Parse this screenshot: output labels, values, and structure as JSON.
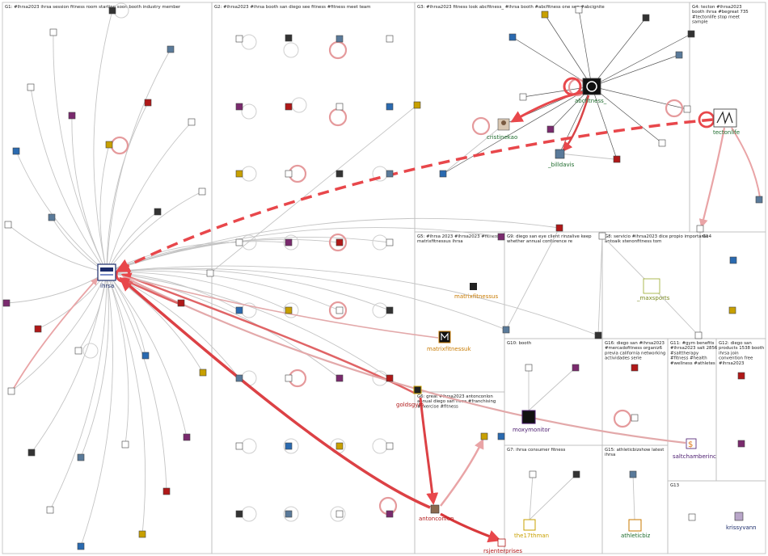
{
  "groups": [
    {
      "id": "G1",
      "label": "G1: #lhrsa2023 ihrsa session fitness room starting soon booth industry member"
    },
    {
      "id": "G2",
      "label": "G2: #ihrsa2023 #ihrsa booth san diego see fitness #fitness meet team"
    },
    {
      "id": "G3",
      "label": "G3: #ihrsa2023 fitness look abcfitness_ #ihrsa booth #abcfitness one see #abcignite"
    },
    {
      "id": "G4",
      "label": "G4: tecton #ihrsa2023 booth ihrsa #begreat 735 #tectonlife stop meet sample"
    },
    {
      "id": "G5",
      "label": "G5: #ihrsa 2023 #ihrsa2023 #fitness matrixfitnessus ihrsa"
    },
    {
      "id": "G6",
      "label": "G6: great #ihrsa2023 antonconlon annual diego san ihrsa #franchising #exercise #fitness"
    },
    {
      "id": "G7",
      "label": "G7: ihrsa consumer fitness"
    },
    {
      "id": "G8",
      "label": "G8: servicio #ihrsa2023 dice propio importante antoaik stenonfitness tom"
    },
    {
      "id": "G9",
      "label": "G9: diego san eye client rinzalive keep whether annual conference re"
    },
    {
      "id": "G10",
      "label": "G10: booth"
    },
    {
      "id": "G11",
      "label": "G11: #gym benefits #ihrsa2023 salt 2856 #salttherapy #fitness #health #wellness #athletes"
    },
    {
      "id": "G12",
      "label": "G12: diego san products 1538 booth ihrsa join convention free #ihrsa2023"
    },
    {
      "id": "G13",
      "label": "G13"
    },
    {
      "id": "G14",
      "label": "G14"
    },
    {
      "id": "G15",
      "label": "G15: athleticbizshow latest ihrsa"
    },
    {
      "id": "G16",
      "label": "G16: diego san #ihrsa2023 #mercadofitness organiz6 previa california networking actividades serie"
    }
  ],
  "nodes": {
    "ihrsa": "ihrsa",
    "abcfitness": "abcfitness_",
    "cristinekao": "cristinekao",
    "billdavis": "_billdavis",
    "tectonlife": "tectonlife",
    "matrixfitnessus": "matrixfitnessus",
    "matrixfitnessuk": "matrixfitnessuk",
    "goldsgym": "goldsgym",
    "antonconlon": "antonconlon",
    "rsjenterprises": "rsjenterprises",
    "maxsports": "_maxsports",
    "moxymonitor": "moxymonitor",
    "saltchamberinc": "saltchamberinc",
    "krissyvann": "krissyvann",
    "the17thman": "the17thman",
    "athleticbiz": "athleticbiz"
  },
  "colors": {
    "edge_gray": "#b9b9b9",
    "edge_red": "#e8474b",
    "edge_pink": "#e9a4a6",
    "label_green": "#1d6b2c",
    "label_orange": "#c87a00",
    "label_purple": "#4a1a6e",
    "label_red": "#b01818",
    "label_navy": "#1b2c6b",
    "border": "#bdbdbd"
  }
}
